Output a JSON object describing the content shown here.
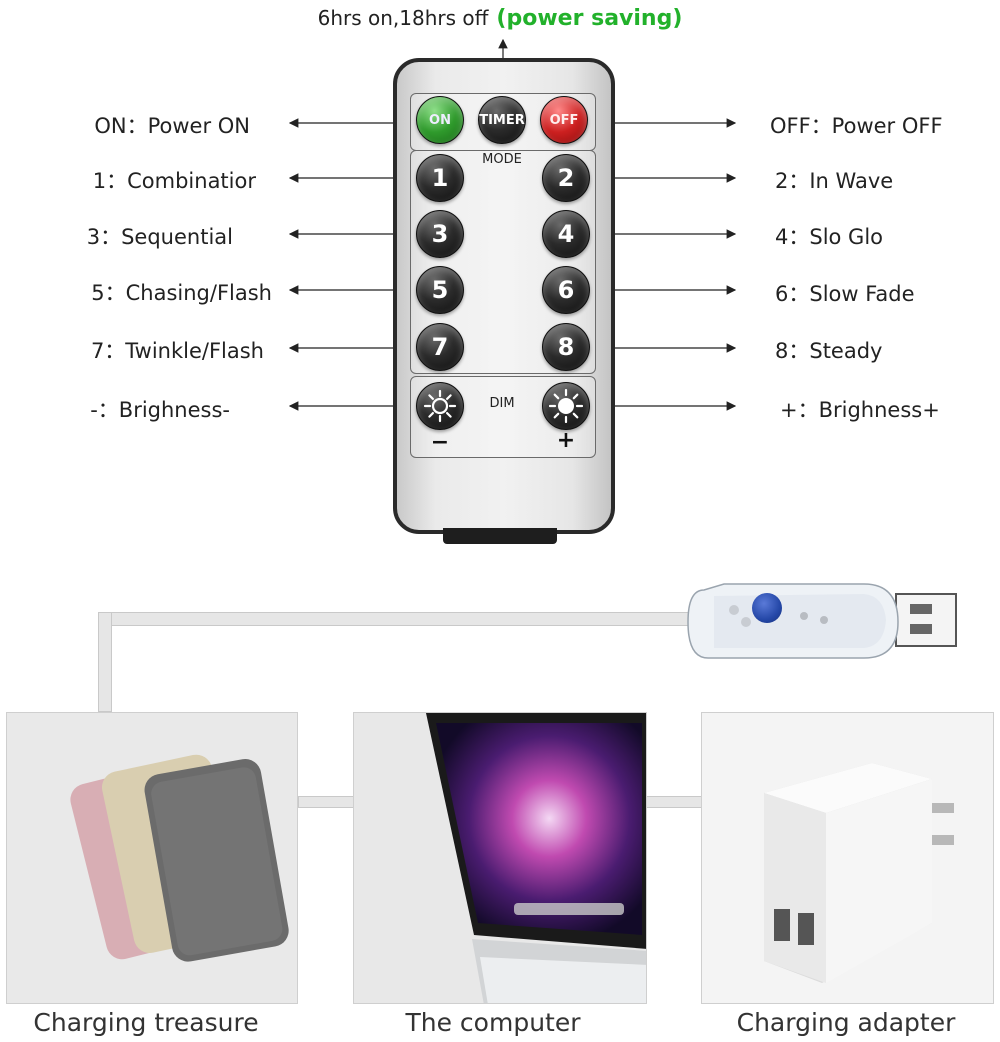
{
  "remote": {
    "timer_note": "6hrs on,18hrs off",
    "power_saving": "(power saving)",
    "buttons": {
      "on": "ON",
      "timer": "TIMER",
      "off": "OFF",
      "mode": "MODE",
      "dim": "DIM",
      "minus": "−",
      "plus": "+",
      "numbers": [
        "1",
        "2",
        "3",
        "4",
        "5",
        "6",
        "7",
        "8"
      ]
    }
  },
  "labels": {
    "left": [
      "ON：Power ON",
      "1：Combinatior",
      "3：Sequential",
      "5：Chasing/Flash",
      "7：Twinkle/Flash",
      "-：Brighness-"
    ],
    "right": [
      "OFF：Power OFF",
      "2：In Wave",
      "4：Slo Glo",
      "6：Slow Fade",
      "8：Steady",
      "+：Brighness+"
    ]
  },
  "devices": [
    {
      "caption": "Charging treasure"
    },
    {
      "caption": "The computer"
    },
    {
      "caption": "Charging adapter"
    }
  ],
  "colors": {
    "power_saving": "#22b12b",
    "on_button": "#2f9a2c",
    "off_button": "#cc2020",
    "usb_button": "#2548a8"
  }
}
